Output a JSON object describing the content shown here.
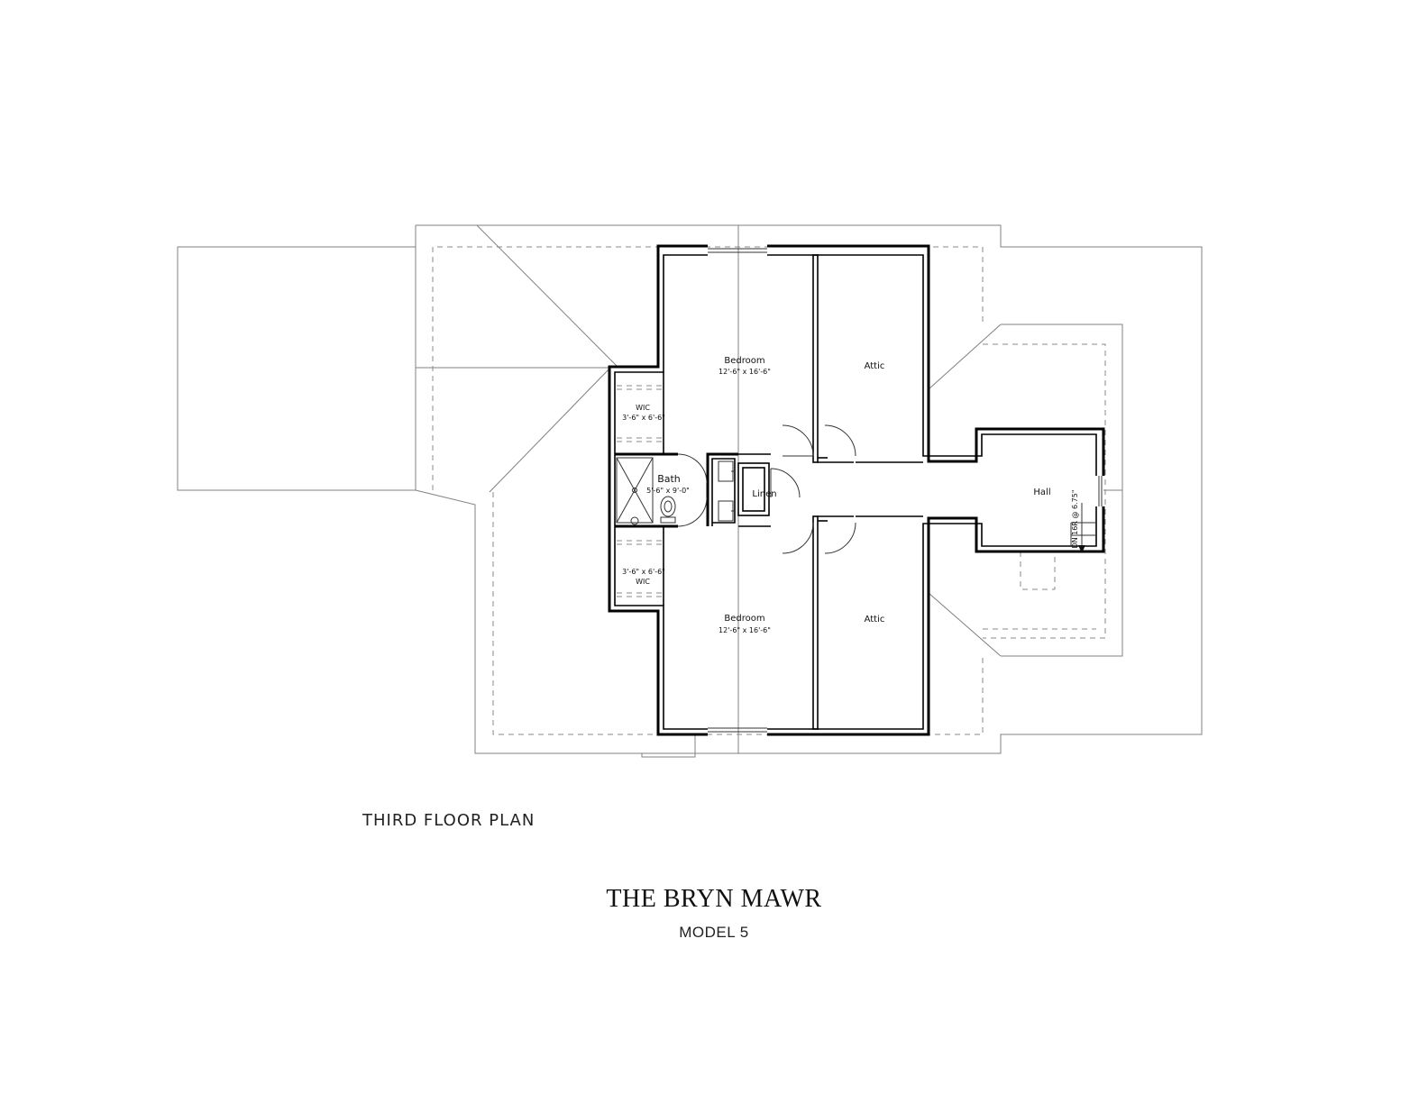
{
  "plan": {
    "rooms": {
      "bedroom_top": {
        "name": "Bedroom",
        "dims": "12'-6\" x 16'-6\""
      },
      "bedroom_bottom": {
        "name": "Bedroom",
        "dims": "12'-6\" x 16'-6\""
      },
      "attic_top": {
        "name": "Attic"
      },
      "attic_bottom": {
        "name": "Attic"
      },
      "wic_top": {
        "name": "WIC",
        "dims": "3'-6\" x 6'-6\""
      },
      "wic_bottom": {
        "name": "WIC",
        "dims": "3'-6\" x 6'-6\""
      },
      "bath": {
        "name": "Bath",
        "dims": "5'-6\" x 9'-0\""
      },
      "linen": {
        "name": "Linen"
      },
      "hall": {
        "name": "Hall"
      }
    },
    "stair_note": "DN 16R @ 6.75\""
  },
  "caption": "THIRD FLOOR PLAN",
  "title": "THE BRYN MAWR",
  "subtitle": "MODEL 5"
}
